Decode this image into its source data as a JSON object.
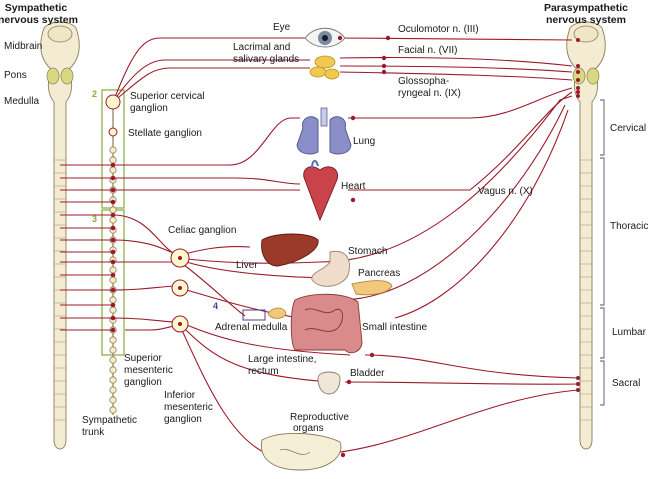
{
  "titles": {
    "sympathetic": [
      "Sympathetic",
      "nervous system"
    ],
    "parasympathetic": [
      "Parasympathetic",
      "nervous system"
    ]
  },
  "brain_regions": [
    "Midbrain",
    "Pons",
    "Medulla"
  ],
  "spinal_regions": [
    "Cervical",
    "Thoracic",
    "Lumbar",
    "Sacral"
  ],
  "organs": {
    "eye": "Eye",
    "lacrimal": [
      "Lacrimal and",
      "salivary glands"
    ],
    "lung": "Lung",
    "heart": "Heart",
    "liver": "Liver",
    "stomach": "Stomach",
    "pancreas": "Pancreas",
    "adrenal": "Adrenal medulla",
    "small_intestine": "Small intestine",
    "large_intestine": [
      "Large intestine,",
      "rectum"
    ],
    "bladder": "Bladder",
    "reproductive": [
      "Reproductive",
      "organs"
    ]
  },
  "ganglia": {
    "superior_cervical": [
      "Superior cervical",
      "ganglion"
    ],
    "stellate": "Stellate ganglion",
    "celiac": "Celiac ganglion",
    "superior_mesenteric": [
      "Superior",
      "mesenteric",
      "ganglion"
    ],
    "inferior_mesenteric": [
      "Inferior",
      "mesenteric",
      "ganglion"
    ],
    "sympathetic_trunk": [
      "Sympathetic",
      "trunk"
    ]
  },
  "cranial_nerves": {
    "oculomotor": "Oculomotor n. (III)",
    "facial": "Facial n. (VII)",
    "glossopharyngeal": [
      "Glossopha-",
      "ryngeal n. (IX)"
    ],
    "vagus": "Vagus n. (X)"
  },
  "markers": {
    "two": "2",
    "three": "3",
    "four": "4"
  },
  "colors": {
    "nerve": "#9c1a2a",
    "chain_box": "#8aa83a",
    "adrenal_box": "#5b3a8a",
    "cord": "#f3ecd2"
  }
}
